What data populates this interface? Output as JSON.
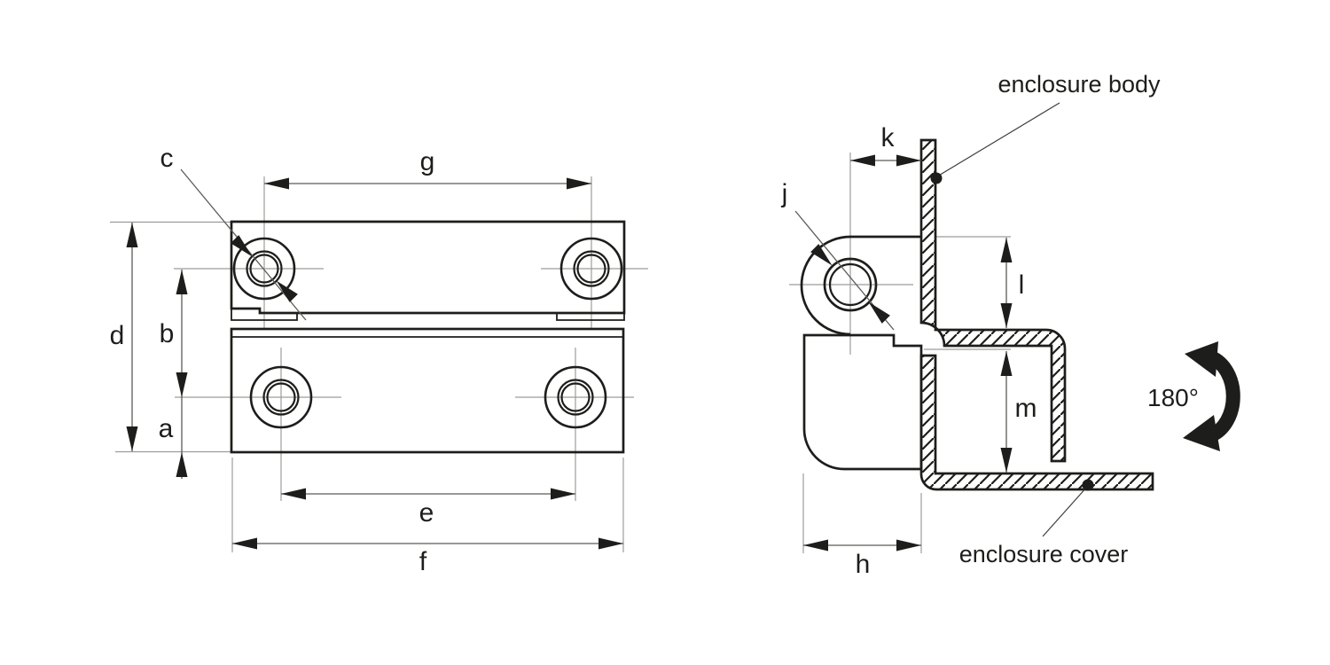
{
  "figure": {
    "type": "technical-drawing",
    "subject": "180-degree concealed hinge, front view and mounted side view"
  },
  "colors": {
    "background": "#ffffff",
    "outline": "#1d1d1b",
    "dimension_line": "#5a5a58",
    "centerline": "#9c9c9b",
    "leader": "#3c3c3b",
    "text": "#1d1d1b"
  },
  "views": {
    "front_view": {
      "dimension_labels": [
        "a",
        "b",
        "c",
        "d",
        "e",
        "f",
        "g"
      ]
    },
    "side_view": {
      "dimension_labels": [
        "h",
        "j",
        "k",
        "l",
        "m"
      ]
    }
  },
  "labels": {
    "a": "a",
    "b": "b",
    "c": "c",
    "d": "d",
    "e": "e",
    "f": "f",
    "g": "g",
    "h": "h",
    "j": "j",
    "k": "k",
    "l": "l",
    "m": "m"
  },
  "annotations": {
    "enclosure_body": "enclosure body",
    "enclosure_cover": "enclosure cover",
    "rotation_angle": "180°"
  }
}
